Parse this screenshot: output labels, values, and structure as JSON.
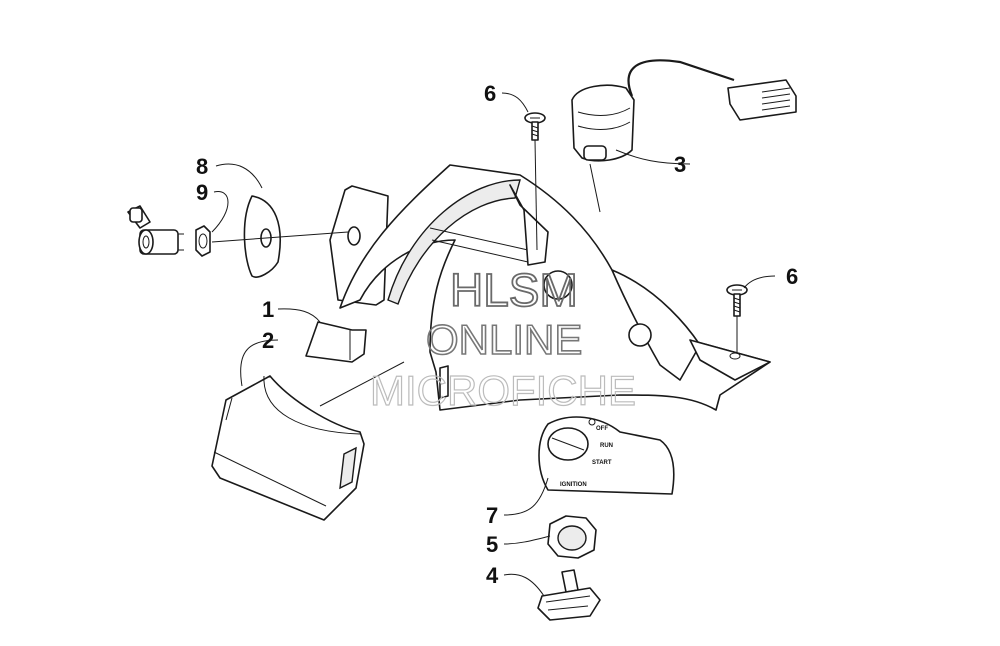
{
  "callouts": {
    "c1": "1",
    "c2": "2",
    "c3": "3",
    "c4": "4",
    "c5": "5",
    "c6a": "6",
    "c6b": "6",
    "c7": "7",
    "c8": "8",
    "c9": "9"
  },
  "ignition_plate": {
    "off": "OFF",
    "run": "RUN",
    "start": "START",
    "ignition": "IGNITION"
  },
  "watermark": {
    "line1": "HLSM",
    "line2": "ONLINE",
    "line3": "MICROFICHE"
  }
}
